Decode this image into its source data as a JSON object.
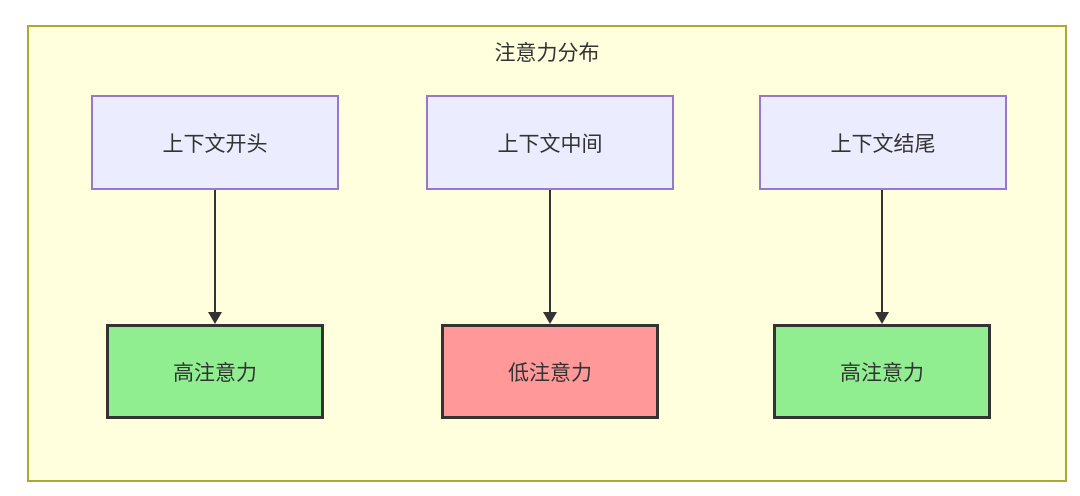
{
  "diagram": {
    "title": "注意力分布",
    "columns": [
      {
        "source": {
          "label": "上下文开头"
        },
        "target": {
          "label": "高注意力",
          "level": "high"
        }
      },
      {
        "source": {
          "label": "上下文中间"
        },
        "target": {
          "label": "低注意力",
          "level": "low"
        }
      },
      {
        "source": {
          "label": "上下文结尾"
        },
        "target": {
          "label": "高注意力",
          "level": "high"
        }
      }
    ],
    "colors": {
      "container_fill": "#ffffde",
      "container_border": "#aaaa33",
      "source_fill": "#ECECFF",
      "source_border": "#9977cc",
      "target_high_fill": "#90EE90",
      "target_low_fill": "#FF9999",
      "target_border": "#333333",
      "arrow": "#333333",
      "text": "#333333"
    }
  }
}
